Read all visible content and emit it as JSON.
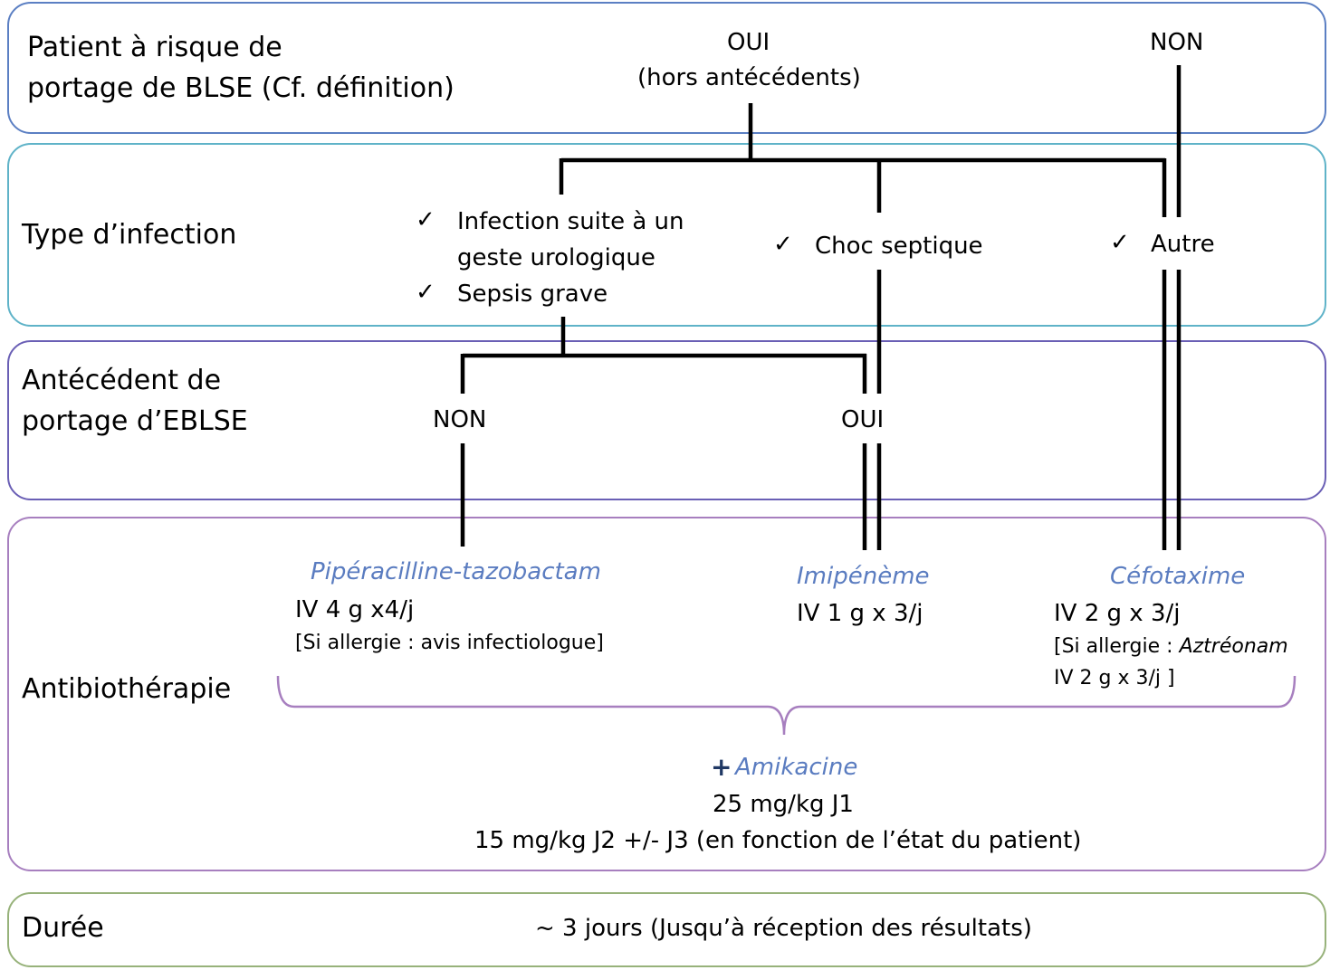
{
  "rows": {
    "blse": {
      "label_line1": "Patient à risque de",
      "label_line2": "portage de BLSE (Cf. définition)",
      "oui": "OUI",
      "oui_note": "(hors antécédents)",
      "non": "NON"
    },
    "type": {
      "label": "Type d’infection",
      "check": "✓",
      "opt1_line1": "Infection suite à un",
      "opt1_line2": "geste urologique",
      "opt2": "Sepsis grave",
      "opt3": "Choc septique",
      "opt4": "Autre"
    },
    "ante": {
      "label_line1": "Antécédent de",
      "label_line2": "portage d’EBLSE",
      "non": "NON",
      "oui": "OUI"
    },
    "abx": {
      "label": "Antibiothérapie",
      "drug1": "Pipéracilline-tazobactam",
      "dose1": "IV 4 g x4/j",
      "allergy1": "[Si allergie : avis infectiologue]",
      "drug2": "Imipénème",
      "dose2": "IV 1 g x 3/j",
      "drug3": "Céfotaxime",
      "dose3": "IV 2 g x 3/j",
      "allergy3_prefix": "[Si allergie : ",
      "allergy3_drug": "Aztréonam",
      "allergy3_line2": "IV  2 g x 3/j ]",
      "plus": "+",
      "amika": "Amikacine",
      "amika_dose1": "25 mg/kg J1",
      "amika_dose2": "15 mg/kg J2 +/- J3 (en fonction de l’état du patient)"
    },
    "duree": {
      "label": "Durée",
      "value": "~ 3 jours (Jusqu’à réception des résultats)"
    }
  },
  "colors": {
    "blse_border": "#5b7fc3",
    "type_border": "#5fb3c8",
    "ante_border": "#6a5fb5",
    "abx_border": "#a77fbf",
    "duree_border": "#97b27a",
    "drug_text": "#5a7cc0",
    "brace": "#a77fbf",
    "plus": "#1f3864"
  }
}
